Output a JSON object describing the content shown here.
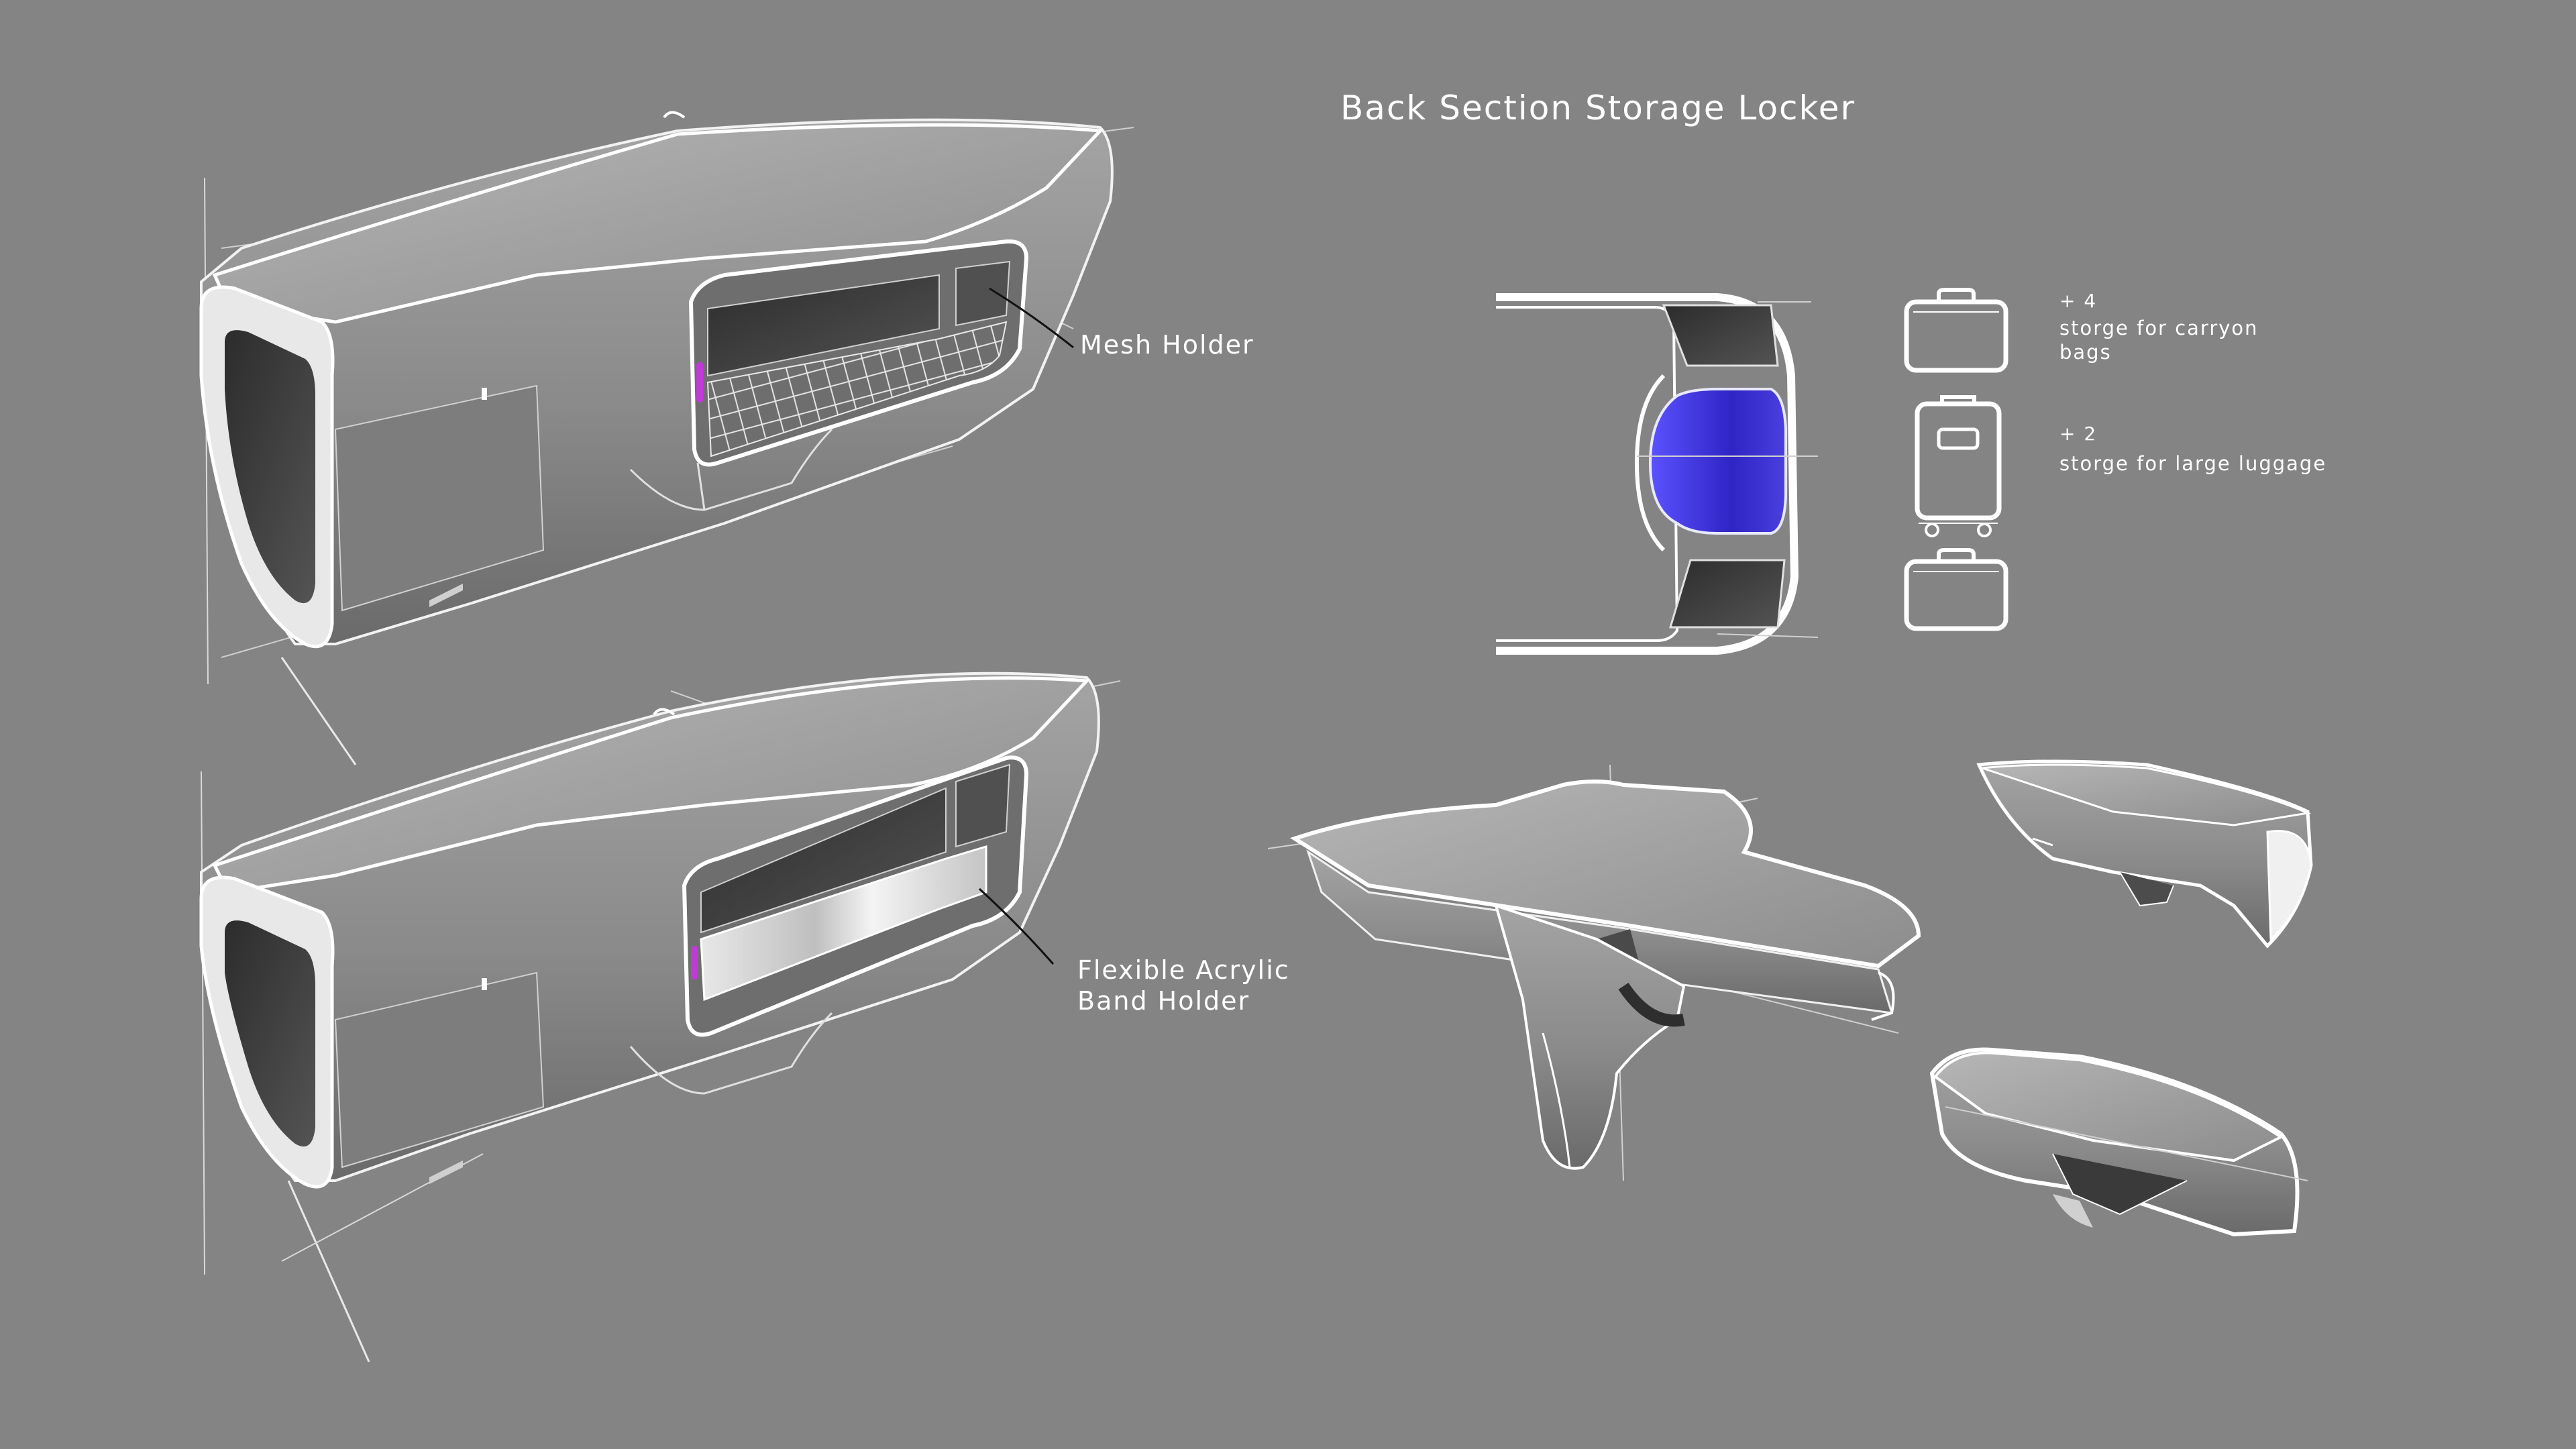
{
  "title": "Back Section Storage Locker",
  "callouts": {
    "mesh": "Mesh Holder",
    "flex_line1": "Flexible Acrylic",
    "flex_line2": "Band Holder"
  },
  "capacity": [
    {
      "count": "+ 4",
      "text_line1": "storge for carryon",
      "text_line2": "bags"
    },
    {
      "count": "+ 2",
      "text_line1": "storge for large luggage"
    }
  ],
  "icons": [
    "carryon-bag-icon",
    "large-luggage-icon",
    "carryon-bag-icon"
  ],
  "colors": {
    "background": "#858484",
    "line": "#ffffff",
    "accent_blue": "#3b2fd6",
    "accent_magenta": "#c03ad8"
  }
}
